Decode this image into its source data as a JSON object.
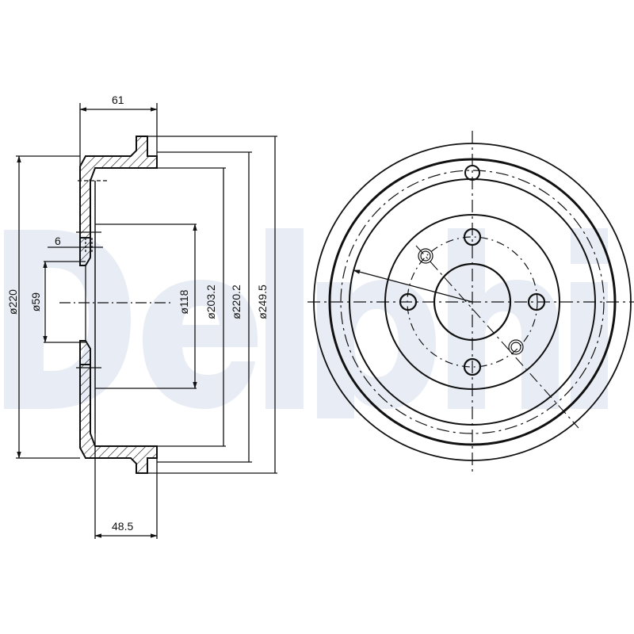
{
  "watermark": {
    "text": "Delphi",
    "color": "#e8edf5"
  },
  "colors": {
    "line": "#111111",
    "background": "#ffffff"
  },
  "side_view": {
    "dimensions": {
      "overall_width": "61",
      "inner_depth": "48.5",
      "flange_thickness": "6",
      "diam_220": "ø220",
      "diam_59": "ø59",
      "diam_118": "ø118",
      "diam_203_2": "ø203.2",
      "diam_220_2": "ø220.2",
      "diam_249_5": "ø249.5"
    }
  },
  "front_view": {
    "bolt_holes": 4,
    "locating_holes": 2
  }
}
